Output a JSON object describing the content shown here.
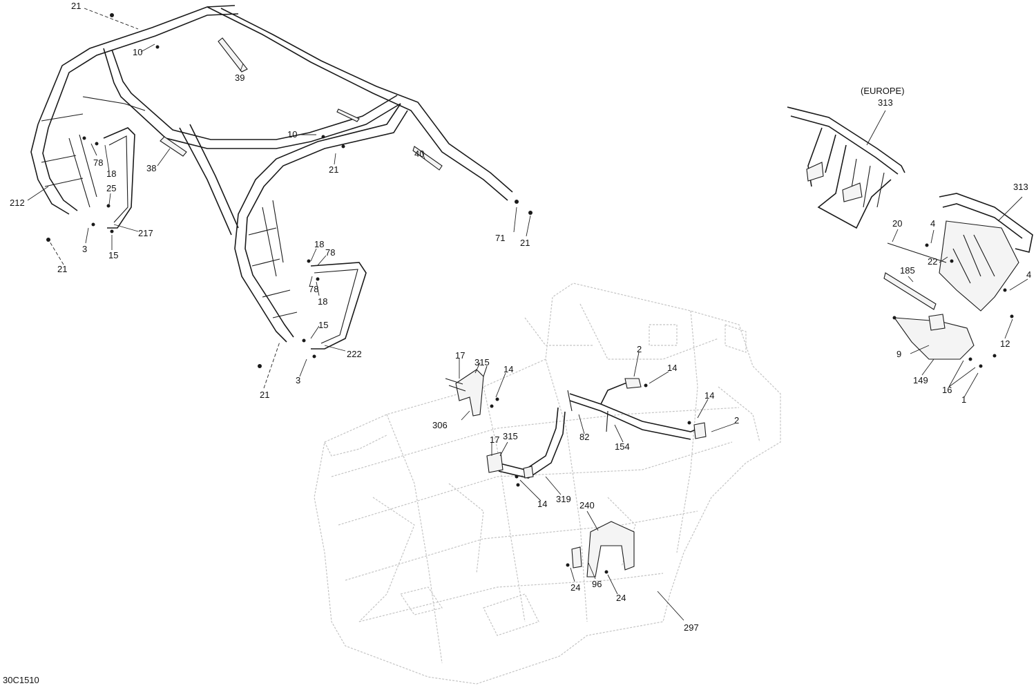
{
  "diagram_code": "30C1510",
  "region_note": "(EUROPE)",
  "callouts": [
    {
      "id": "c1",
      "label": "21"
    },
    {
      "id": "c2",
      "label": "10"
    },
    {
      "id": "c3",
      "label": "39"
    },
    {
      "id": "c4",
      "label": "10"
    },
    {
      "id": "c5",
      "label": "21"
    },
    {
      "id": "c6",
      "label": "38"
    },
    {
      "id": "c7",
      "label": "40"
    },
    {
      "id": "c8",
      "label": "78"
    },
    {
      "id": "c9",
      "label": "18"
    },
    {
      "id": "c10",
      "label": "25"
    },
    {
      "id": "c11",
      "label": "212"
    },
    {
      "id": "c12",
      "label": "217"
    },
    {
      "id": "c13",
      "label": "3"
    },
    {
      "id": "c14",
      "label": "15"
    },
    {
      "id": "c15",
      "label": "21"
    },
    {
      "id": "c16",
      "label": "71"
    },
    {
      "id": "c17",
      "label": "21"
    },
    {
      "id": "c18",
      "label": "18"
    },
    {
      "id": "c19",
      "label": "78"
    },
    {
      "id": "c20",
      "label": "78"
    },
    {
      "id": "c21",
      "label": "18"
    },
    {
      "id": "c22",
      "label": "15"
    },
    {
      "id": "c23",
      "label": "222"
    },
    {
      "id": "c24",
      "label": "3"
    },
    {
      "id": "c25",
      "label": "21"
    },
    {
      "id": "c26",
      "label": "17"
    },
    {
      "id": "c27",
      "label": "315"
    },
    {
      "id": "c28",
      "label": "14"
    },
    {
      "id": "c29",
      "label": "306"
    },
    {
      "id": "c30",
      "label": "17"
    },
    {
      "id": "c31",
      "label": "315"
    },
    {
      "id": "c32",
      "label": "14"
    },
    {
      "id": "c33",
      "label": "319"
    },
    {
      "id": "c34",
      "label": "2"
    },
    {
      "id": "c35",
      "label": "14"
    },
    {
      "id": "c36",
      "label": "14"
    },
    {
      "id": "c37",
      "label": "2"
    },
    {
      "id": "c38",
      "label": "82"
    },
    {
      "id": "c39",
      "label": "154"
    },
    {
      "id": "c40",
      "label": "240"
    },
    {
      "id": "c41",
      "label": "24"
    },
    {
      "id": "c42",
      "label": "96"
    },
    {
      "id": "c43",
      "label": "24"
    },
    {
      "id": "c44",
      "label": "297"
    },
    {
      "id": "c45",
      "label": "313"
    },
    {
      "id": "c46",
      "label": "313"
    },
    {
      "id": "c47",
      "label": "20"
    },
    {
      "id": "c48",
      "label": "4"
    },
    {
      "id": "c49",
      "label": "22"
    },
    {
      "id": "c50",
      "label": "185"
    },
    {
      "id": "c51",
      "label": "4"
    },
    {
      "id": "c52",
      "label": "12"
    },
    {
      "id": "c53",
      "label": "9"
    },
    {
      "id": "c54",
      "label": "149"
    },
    {
      "id": "c55",
      "label": "16"
    },
    {
      "id": "c56",
      "label": "1"
    }
  ]
}
